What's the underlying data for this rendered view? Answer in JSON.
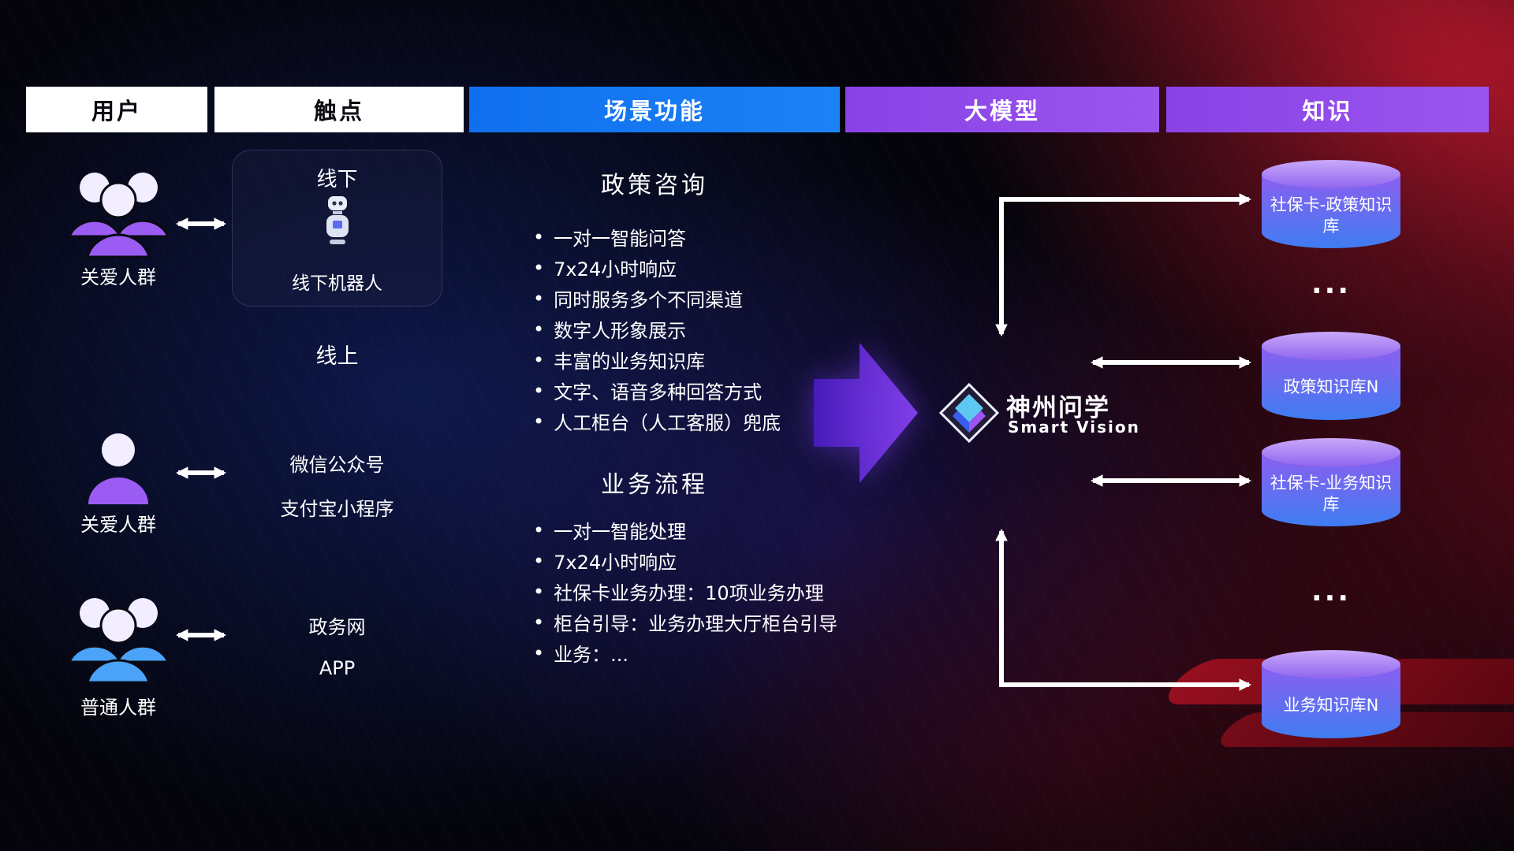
{
  "header": {
    "columns": [
      {
        "label": "用户"
      },
      {
        "label": "触点"
      },
      {
        "label": "场景功能"
      },
      {
        "label": "大模型"
      },
      {
        "label": "知识"
      }
    ]
  },
  "users": {
    "groups": [
      {
        "label": "关爱人群",
        "icon": "group-icon",
        "color": "#9a5cf2"
      },
      {
        "label": "关爱人群",
        "icon": "person-icon",
        "color": "#9a5cf2"
      },
      {
        "label": "普通人群",
        "icon": "group-icon",
        "color": "#4aa3f8"
      }
    ]
  },
  "touchpoints": {
    "offline": {
      "title": "线下",
      "robot_label": "线下机器人",
      "robot_icon": "robot-icon"
    },
    "online_title": "线上",
    "online_channels": [
      {
        "label": "微信公众号"
      },
      {
        "label": "支付宝小程序"
      }
    ],
    "gov_channels": [
      {
        "label": "政务网"
      },
      {
        "label": "APP"
      }
    ]
  },
  "scenarios": [
    {
      "title": "政策咨询",
      "items": [
        "一对一智能问答",
        "7x24小时响应",
        "同时服务多个不同渠道",
        "数字人形象展示",
        "丰富的业务知识库",
        "文字、语音多种回答方式",
        "人工柜台（人工客服）兜底"
      ]
    },
    {
      "title": "业务流程",
      "items": [
        "一对一智能处理",
        "7x24小时响应",
        "社保卡业务办理：10项业务办理",
        "柜台引导：业务办理大厅柜台引导",
        "业务：..."
      ]
    }
  ],
  "model": {
    "name": "神州问学",
    "subtitle": "Smart Vision",
    "logo_icon": "diamond-logo-icon"
  },
  "knowledge": {
    "items": [
      {
        "type": "db",
        "label": "社保卡-政策知识库"
      },
      {
        "type": "dots",
        "label": "..."
      },
      {
        "type": "db",
        "label": "政策知识库N"
      },
      {
        "type": "db",
        "label": "社保卡-业务知识库"
      },
      {
        "type": "dots",
        "label": "..."
      },
      {
        "type": "db",
        "label": "业务知识库N"
      }
    ]
  },
  "colors": {
    "header_blue": "#1273ef",
    "header_purple": "#8a42e6",
    "accent_purple": "#9a5cf2",
    "accent_blue": "#4aa3f8",
    "flow_arrow_purple": "#6d2fe8",
    "cylinder_cap": "#b893f8",
    "cylinder_body_top": "#8a5ff0",
    "cylinder_body_bottom": "#3f7df2",
    "background_red": "#a80e24",
    "background_blue": "#182c8a"
  }
}
